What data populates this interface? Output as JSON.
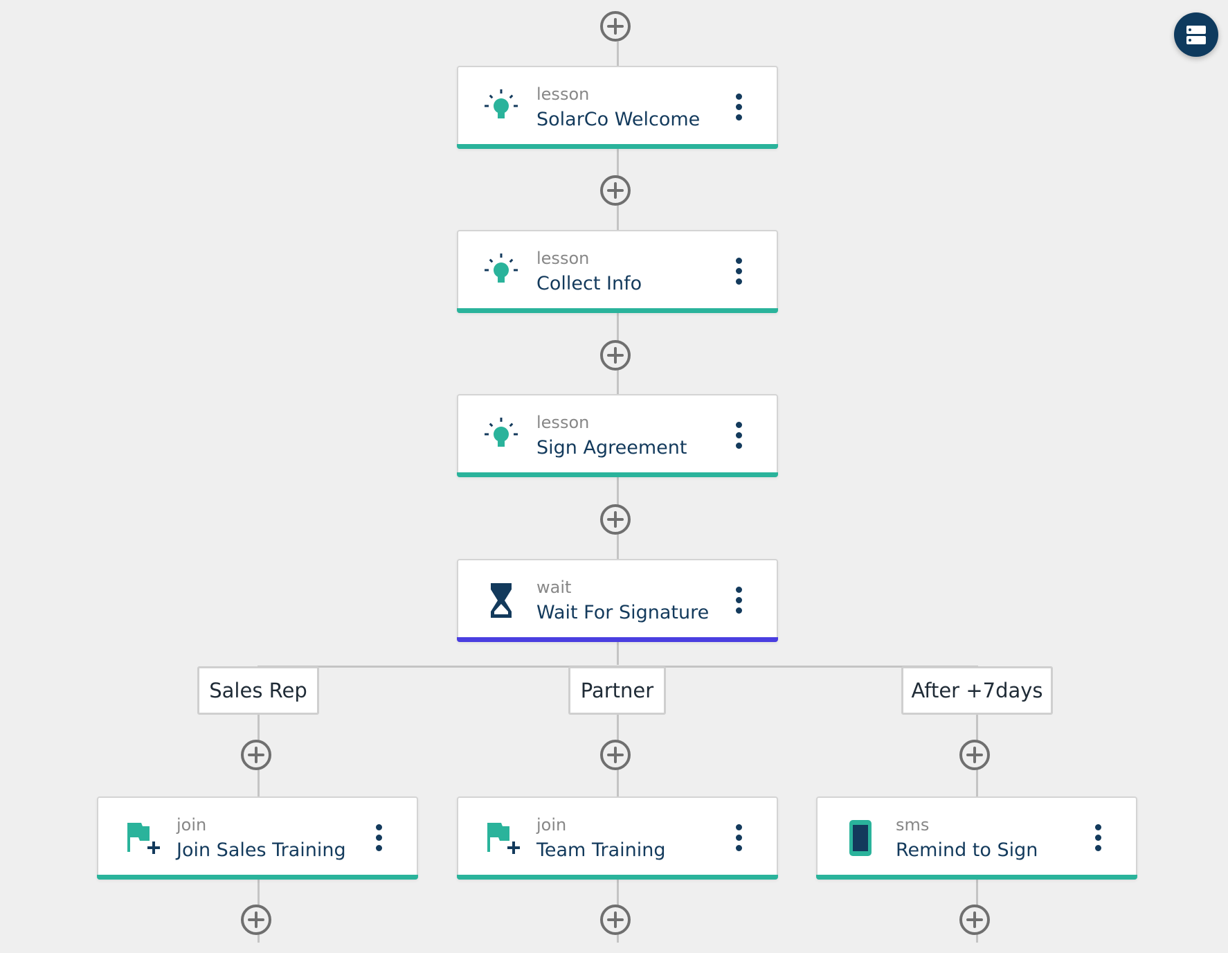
{
  "steps": [
    {
      "type": "lesson",
      "name": "SolarCo Welcome",
      "icon": "lightbulb-icon"
    },
    {
      "type": "lesson",
      "name": "Collect Info",
      "icon": "lightbulb-icon"
    },
    {
      "type": "lesson",
      "name": "Sign Agreement",
      "icon": "lightbulb-icon"
    },
    {
      "type": "wait",
      "name": "Wait For Signature",
      "icon": "hourglass-icon"
    }
  ],
  "branches": [
    {
      "label": "Sales Rep",
      "step": {
        "type": "join",
        "name": "Join Sales Training",
        "icon": "flag-plus-icon"
      }
    },
    {
      "label": "Partner",
      "step": {
        "type": "join",
        "name": "Team Training",
        "icon": "flag-plus-icon"
      }
    },
    {
      "label": "After +7days",
      "step": {
        "type": "sms",
        "name": "Remind to Sign",
        "icon": "phone-icon"
      }
    }
  ],
  "colors": {
    "lesson_bar": "#2ab39b",
    "wait_bar": "#4a3ee0",
    "title_text": "#133a5c",
    "fab_bg": "#0e3a5e"
  },
  "fab": {
    "icon": "list-view-icon"
  }
}
